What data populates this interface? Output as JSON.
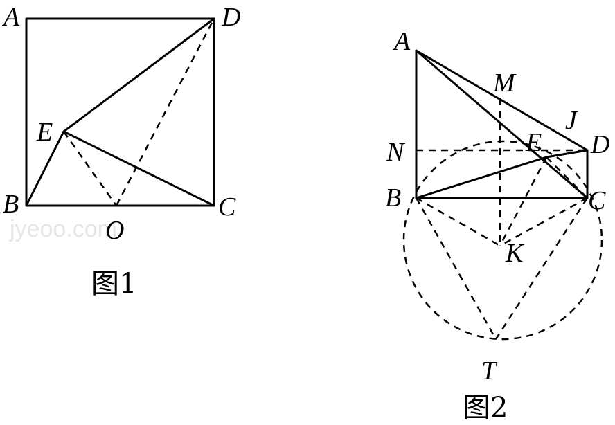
{
  "figure1": {
    "caption": "图1",
    "labels": {
      "A": "A",
      "B": "B",
      "C": "C",
      "D": "D",
      "E": "E",
      "O": "O"
    }
  },
  "figure2": {
    "caption": "图2",
    "labels": {
      "A": "A",
      "B": "B",
      "C": "C",
      "D": "D",
      "E": "E",
      "M": "M",
      "J": "J",
      "N": "N",
      "K": "K",
      "T": "T"
    }
  },
  "watermark": "jyeoo.com"
}
